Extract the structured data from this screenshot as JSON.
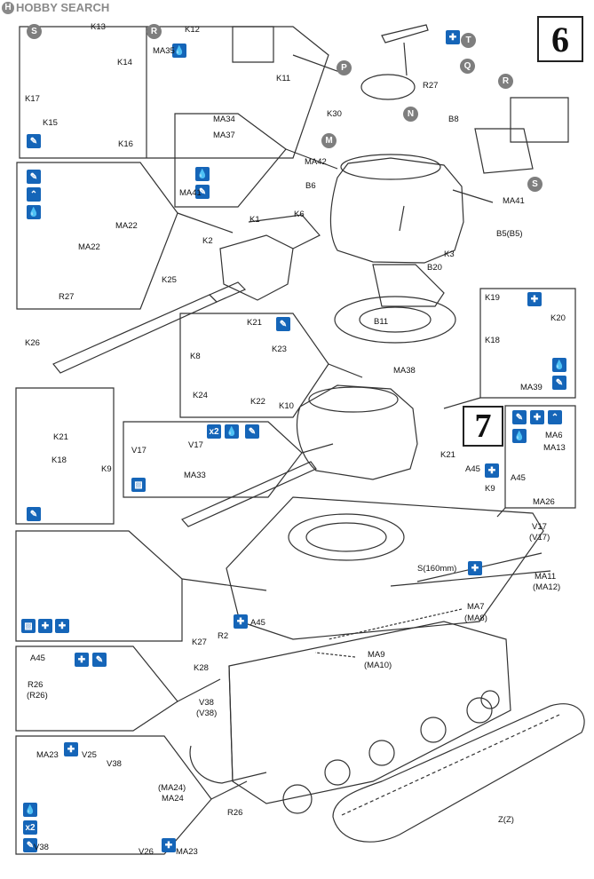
{
  "watermark": "HOBBY SEARCH",
  "steps": {
    "six": "6",
    "seven": "7"
  },
  "parts": {
    "K13": "K13",
    "K14": "K14",
    "K17": "K17",
    "K15": "K15",
    "K16": "K16",
    "K12": "K12",
    "MA35": "MA35",
    "K11": "K11",
    "MA34": "MA34",
    "MA37": "MA37",
    "MA41a": "MA41",
    "MA22a": "MA22",
    "MA22b": "MA22",
    "R27a": "R27",
    "K30": "K30",
    "MA42": "MA42",
    "B6": "B6",
    "R27b": "R27",
    "B8": "B8",
    "MA41b": "MA41",
    "B5": "B5(B5)",
    "K1": "K1",
    "K6": "K6",
    "K2": "K2",
    "K3": "K3",
    "B20": "B20",
    "B11": "B11",
    "K25": "K25",
    "K26": "K26",
    "K21a": "K21",
    "K23": "K23",
    "K8": "K8",
    "K24": "K24",
    "K22": "K22",
    "K10": "K10",
    "V17a": "V17",
    "V17b": "V17",
    "MA33": "MA33",
    "K21b": "K21",
    "K18a": "K18",
    "K9a": "K9",
    "MA38": "MA38",
    "K21c": "K21",
    "A45a": "A45",
    "K9b": "K9",
    "V17c": "V17",
    "V17d": "(V17)",
    "K19": "K19",
    "K20": "K20",
    "K18b": "K18",
    "MA39": "MA39",
    "MA6": "MA6",
    "MA13": "MA13",
    "A45b": "A45",
    "MA26": "MA26",
    "S160": "S(160mm)",
    "MA11": "MA11",
    "MA12": "(MA12)",
    "MA7": "MA7",
    "MA8": "(MA8)",
    "A45c": "A45",
    "R2": "R2",
    "MA9": "MA9",
    "MA10": "(MA10)",
    "K27": "K27",
    "K28": "K28",
    "V38a": "V38",
    "V38b": "(V38)",
    "A45d": "A45",
    "R26a": "R26",
    "R26b": "(R26)",
    "MA23a": "MA23",
    "V25": "V25",
    "V38c": "V38",
    "MA24a": "(MA24)",
    "MA24b": "MA24",
    "V38d": "V38",
    "V26": "V26",
    "MA23b": "MA23",
    "R26c": "R26",
    "ZZ": "Z(Z)"
  },
  "markers": {
    "S1": "S",
    "R1": "R",
    "T": "T",
    "P": "P",
    "Q": "Q",
    "N": "N",
    "M": "M",
    "R2": "R",
    "S2": "S"
  },
  "icons": {
    "x2a": "x2",
    "x2b": "x2"
  },
  "colors": {
    "line": "#333333",
    "icon_blue": "#1565b8",
    "marker_gray": "#7e7e7e"
  }
}
